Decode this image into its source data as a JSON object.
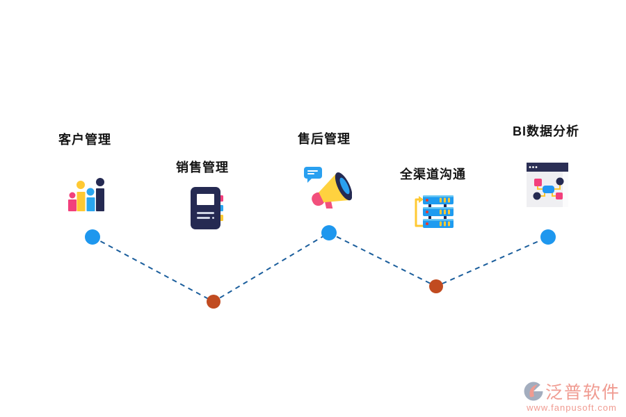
{
  "diagram_title": "",
  "items": [
    {
      "label": "客户管理",
      "icon": "bar-chart-icon"
    },
    {
      "label": "销售管理",
      "icon": "notebook-icon"
    },
    {
      "label": "售后管理",
      "icon": "megaphone-icon"
    },
    {
      "label": "全渠道沟通",
      "icon": "server-stack-icon"
    },
    {
      "label": "BI数据分析",
      "icon": "analytics-window-icon"
    }
  ],
  "zigzag": {
    "line_color": "#1b5e9c",
    "dots": [
      {
        "color": "#1e97ee"
      },
      {
        "color": "#c14b20"
      },
      {
        "color": "#1e97ee"
      },
      {
        "color": "#c14b20"
      },
      {
        "color": "#1e97ee"
      }
    ]
  },
  "palette": {
    "pink": "#f2407c",
    "yellow": "#ffc933",
    "blue": "#2aa6f0",
    "navy": "#252a52",
    "server_blue": "#1e9bf0",
    "red_dot": "#e8392f",
    "dash_blue": "#1b5e9c",
    "node_blue": "#1e97ee",
    "node_orange": "#c14b20",
    "watermark_salmon": "#ef9186"
  },
  "watermark": {
    "brand": "泛普软件",
    "url": "www.fanpusoft.com"
  }
}
